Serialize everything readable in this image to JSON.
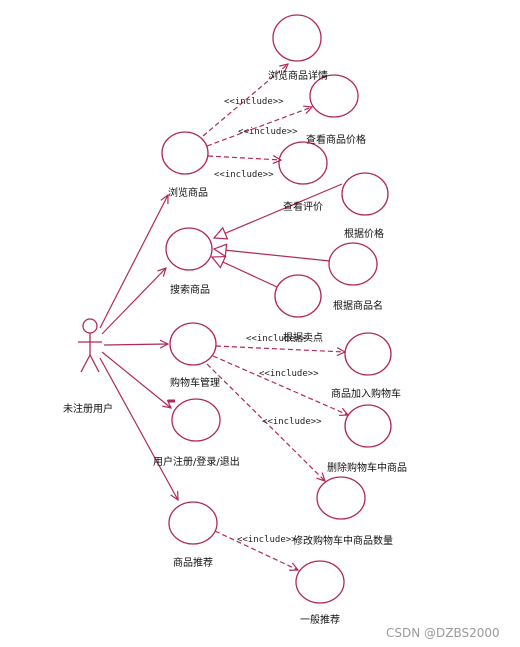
{
  "colors": {
    "line": "#b0285c",
    "text": "#111111",
    "watermark": "#9a9a9a"
  },
  "actor": {
    "label": "未注册用户",
    "icon": "actor-stick-figure-icon"
  },
  "use_cases": {
    "browse": "浏览商品",
    "browse_detail": "浏览商品详情",
    "view_price": "查看商品价格",
    "view_review": "查看评价",
    "search": "搜索商品",
    "by_price": "根据价格",
    "by_name": "根据商品名",
    "cart": "购物车管理",
    "by_feature": "根据卖点",
    "add_cart": "商品加入购物车",
    "del_cart": "删除购物车中商品",
    "mod_qty": "修改购物车中商品数量",
    "account": "用户注册/登录/退出",
    "recommend": "商品推荐",
    "general_rec": "一般推荐",
    "empty_top": ""
  },
  "stereotype": "<<include>>",
  "watermark": "CSDN @DZBS2000"
}
